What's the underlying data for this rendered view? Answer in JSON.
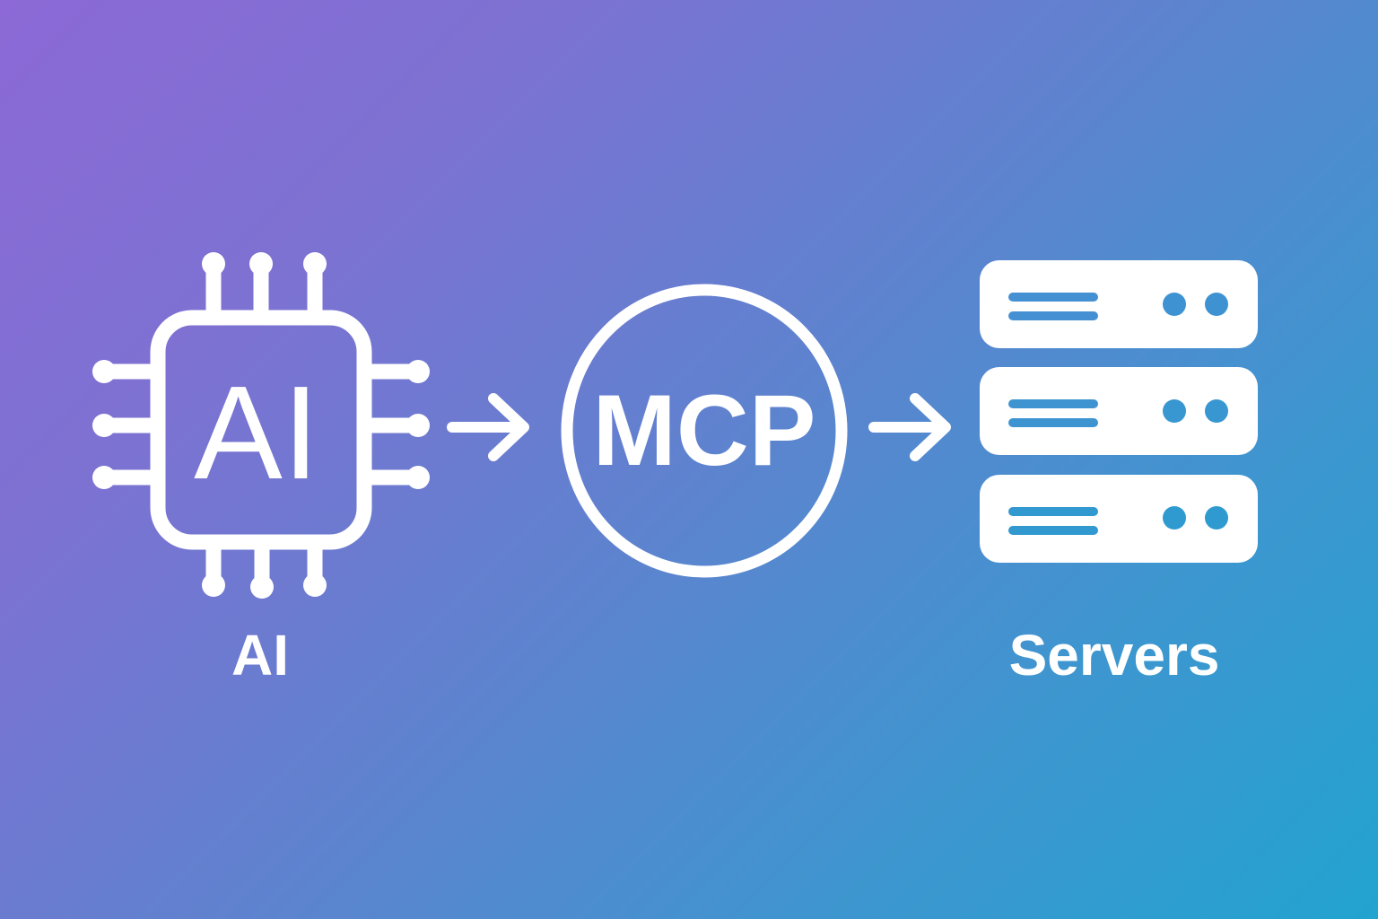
{
  "diagram": {
    "nodes": [
      {
        "id": "ai",
        "icon": "ai-chip-icon",
        "icon_text": "AI",
        "label": "AI"
      },
      {
        "id": "mcp",
        "icon": "circle-icon",
        "icon_text": "MCP",
        "label": ""
      },
      {
        "id": "servers",
        "icon": "server-stack-icon",
        "label": "Servers",
        "server_units": 3
      }
    ],
    "edges": [
      {
        "from": "ai",
        "to": "mcp",
        "icon": "arrow-right-icon"
      },
      {
        "from": "mcp",
        "to": "servers",
        "icon": "arrow-right-icon"
      }
    ]
  },
  "colors": {
    "gradient_start": "#8c69d6",
    "gradient_end": "#22a3d0",
    "foreground": "#ffffff",
    "server_detail": "#3d8fd0"
  }
}
